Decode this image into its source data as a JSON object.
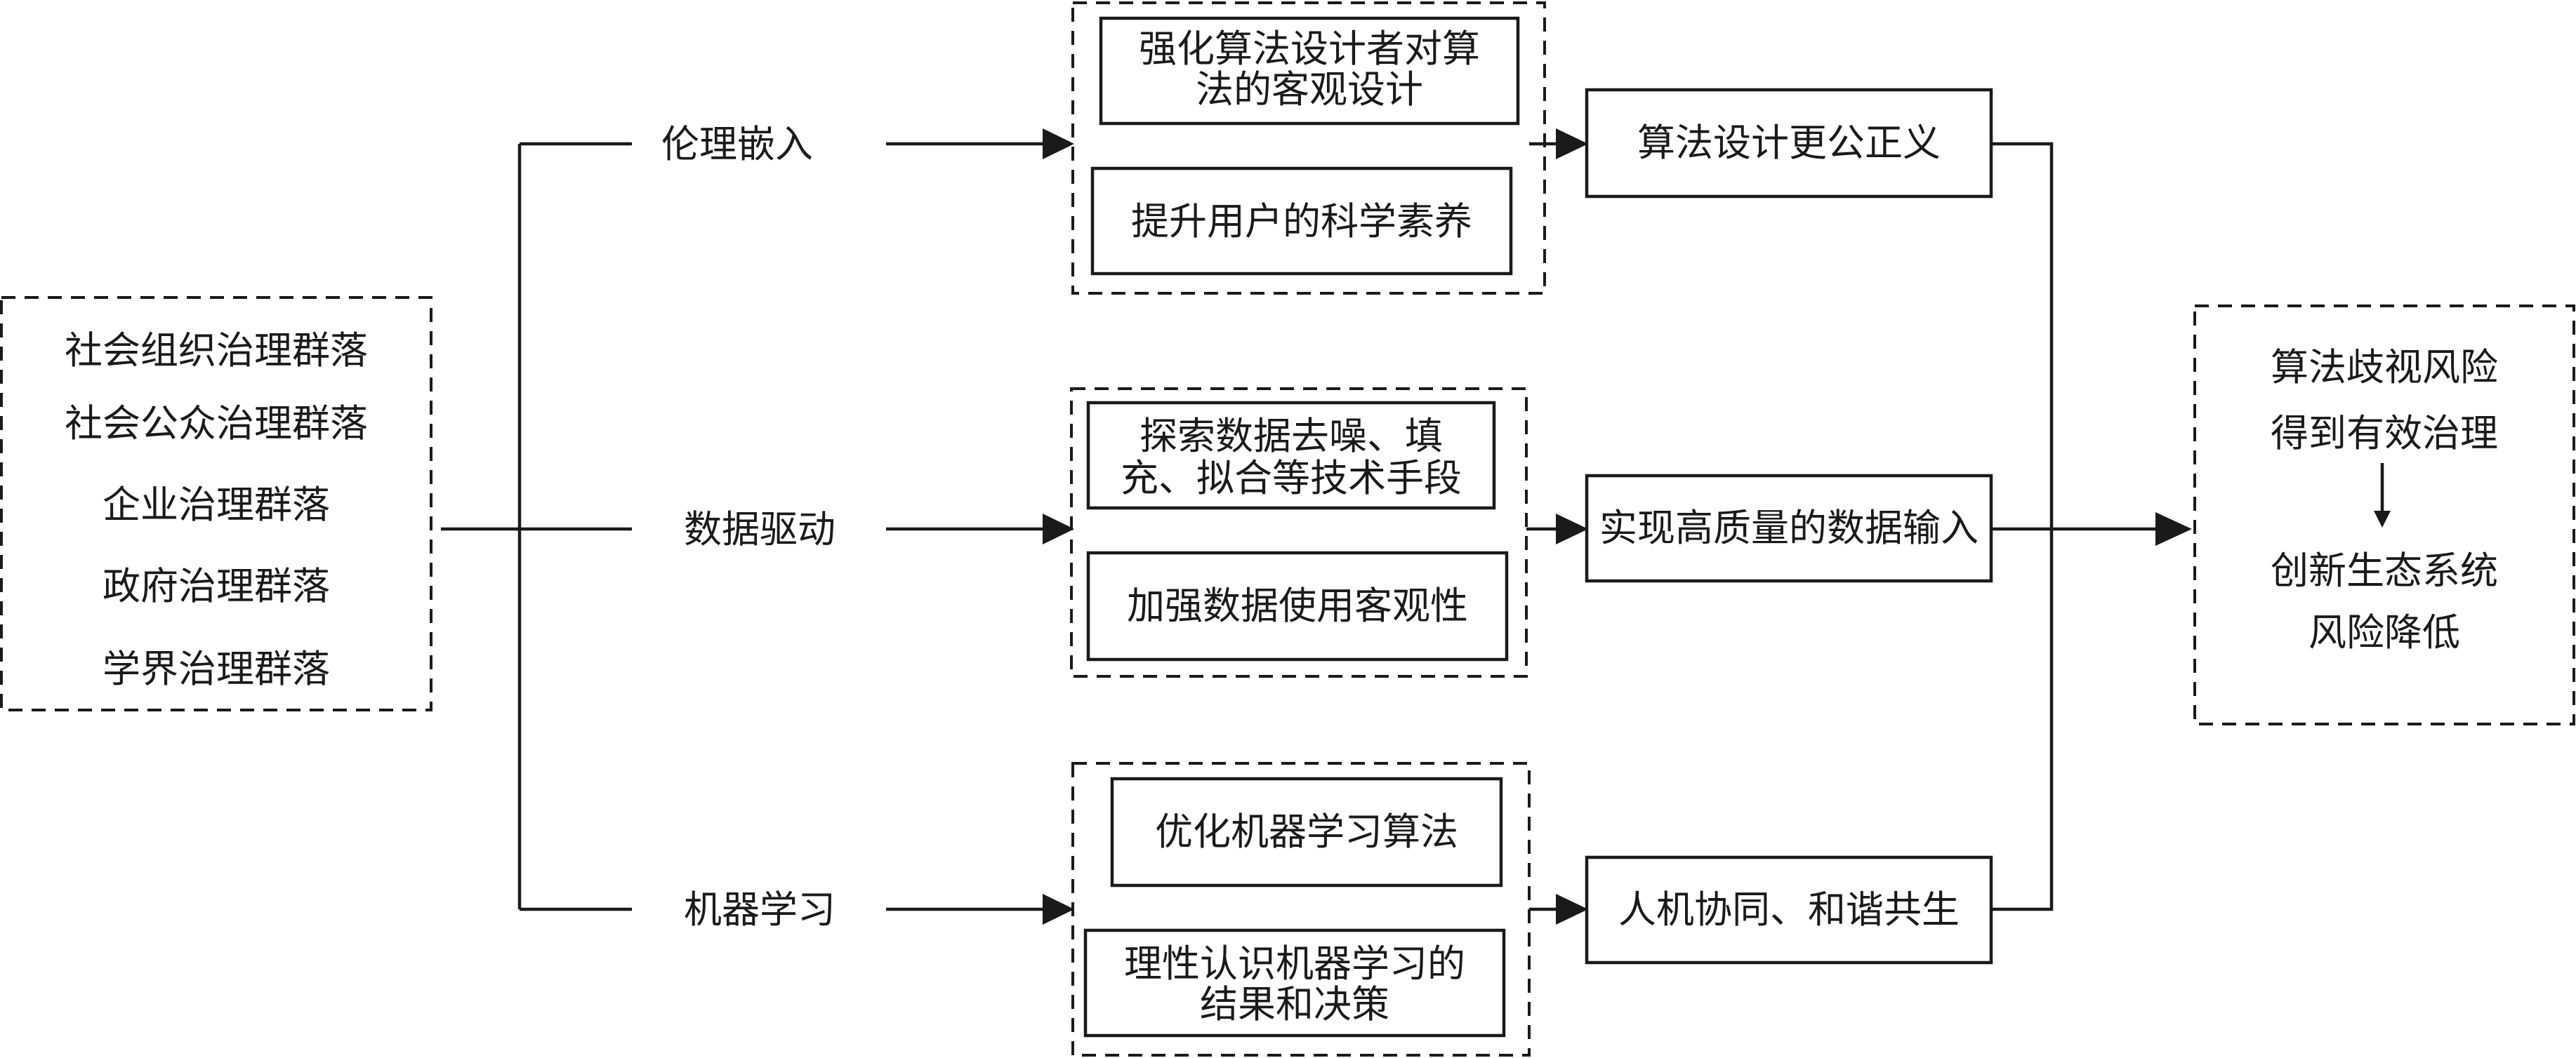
{
  "sources": {
    "items": [
      "社会组织治理群落",
      "社会公众治理群落",
      "企业治理群落",
      "政府治理群落",
      "学界治理群落"
    ]
  },
  "branches": [
    {
      "label": "伦理嵌入",
      "measures": [
        {
          "lines": [
            "强化算法设计者对算",
            "法的客观设计"
          ]
        },
        {
          "lines": [
            "提升用户的科学素养"
          ]
        }
      ],
      "result": "算法设计更公正义"
    },
    {
      "label": "数据驱动",
      "measures": [
        {
          "lines": [
            "探索数据去噪、填",
            "充、拟合等技术手段"
          ]
        },
        {
          "lines": [
            "加强数据使用客观性"
          ]
        }
      ],
      "result": "实现高质量的数据输入"
    },
    {
      "label": "机器学习",
      "measures": [
        {
          "lines": [
            "优化机器学习算法"
          ]
        },
        {
          "lines": [
            "理性认识机器学习的",
            "结果和决策"
          ]
        }
      ],
      "result": "人机协同、和谐共生"
    }
  ],
  "outcome": {
    "top": [
      "算法歧视风险",
      "得到有效治理"
    ],
    "bottom": [
      "创新生态系统",
      "风险降低"
    ]
  }
}
